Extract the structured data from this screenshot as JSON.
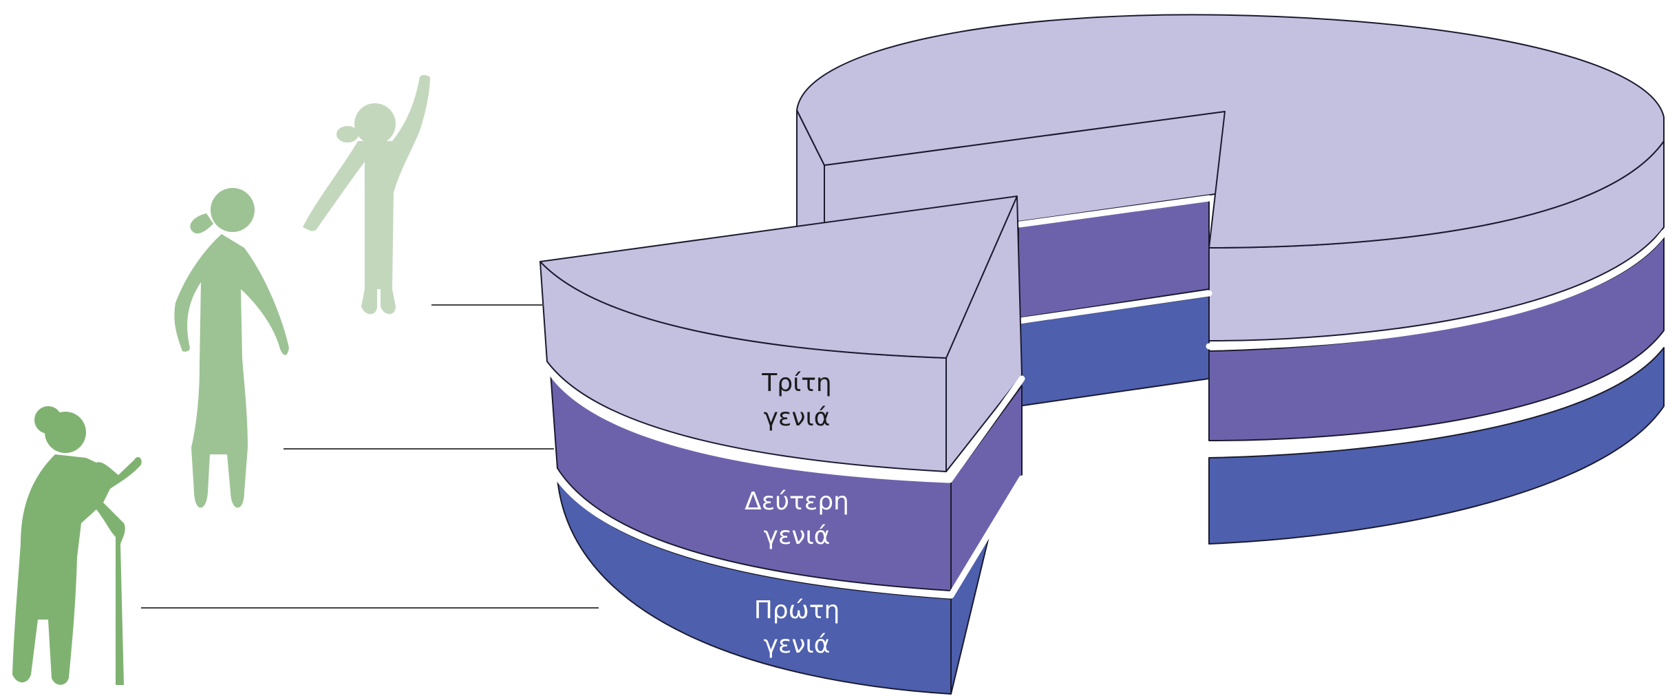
{
  "colors": {
    "background": "#ffffff",
    "figure_green_light": "#c3d7bd",
    "figure_green_mid": "#9dc394",
    "figure_green_dark": "#7fb271",
    "third_generation_layer": "#c3c0e0",
    "second_generation_layer": "#6c62ac",
    "first_generation_layer": "#4d5fad",
    "outline": "#1a1a2e",
    "leader_line": "#444444"
  },
  "layers": [
    {
      "id": "third",
      "line1": "Τρίτη",
      "line2": "γενιά",
      "text_color": "#1a1a1a"
    },
    {
      "id": "second",
      "line1": "Δεύτερη",
      "line2": "γενιά",
      "text_color": "#ffffff"
    },
    {
      "id": "first",
      "line1": "Πρώτη",
      "line2": "γενιά",
      "text_color": "#ffffff"
    }
  ],
  "figures": [
    {
      "id": "child",
      "icon": "child-waving-icon",
      "color_key": "figure_green_light"
    },
    {
      "id": "adult",
      "icon": "woman-standing-icon",
      "color_key": "figure_green_mid"
    },
    {
      "id": "elder",
      "icon": "elderly-woman-with-cane-icon",
      "color_key": "figure_green_dark"
    }
  ]
}
